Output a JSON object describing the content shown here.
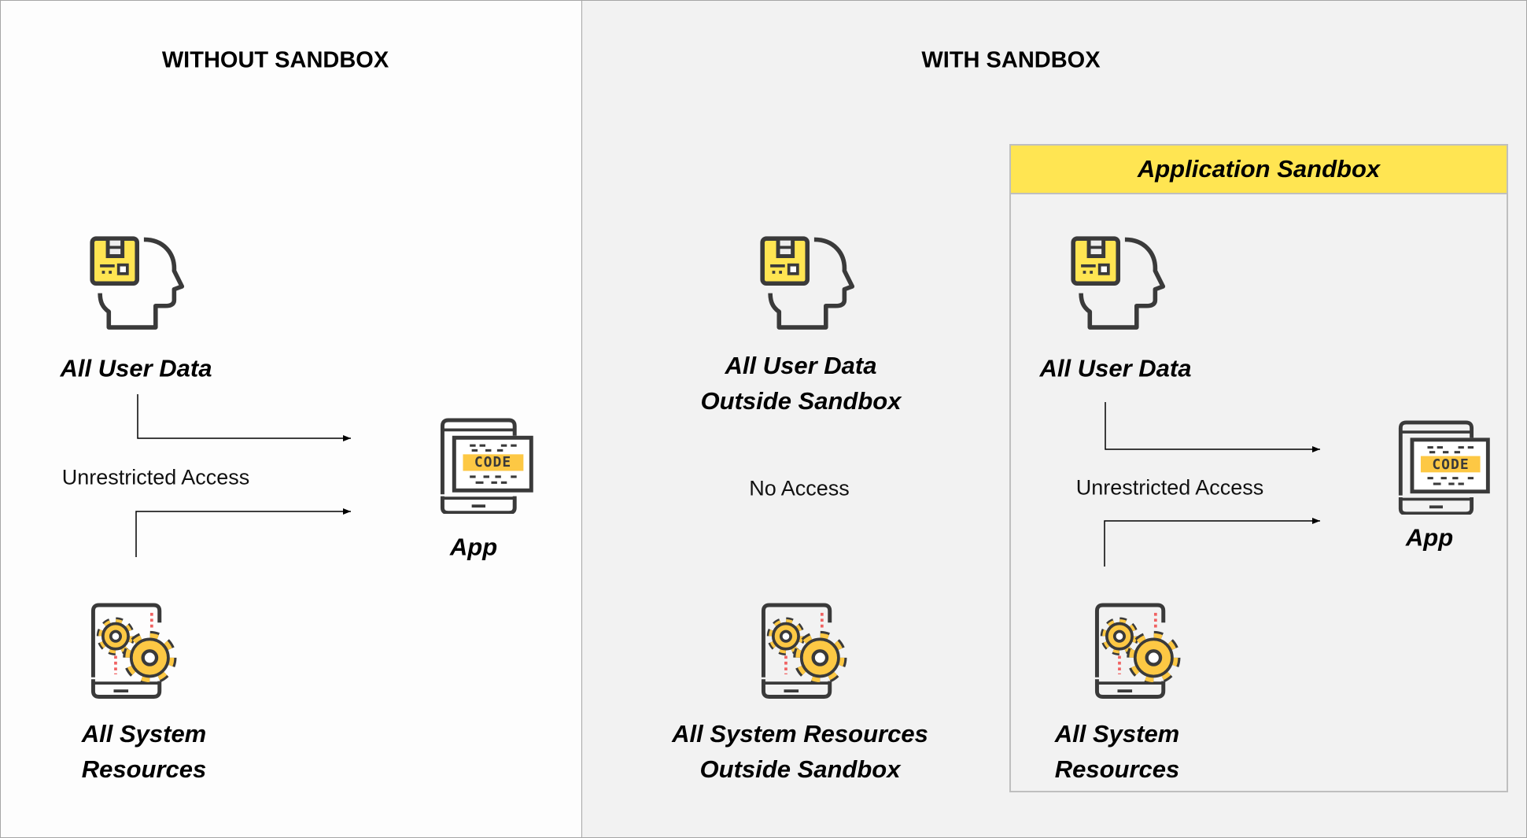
{
  "left_panel": {
    "title": "WITHOUT SANDBOX",
    "user_data_label": "All User Data",
    "access_label": "Unrestricted Access",
    "app_label": "App",
    "system_label_line1": "All System",
    "system_label_line2": "Resources"
  },
  "right_panel": {
    "title": "WITH SANDBOX",
    "outside": {
      "user_data_line1": "All User Data",
      "user_data_line2": "Outside Sandbox",
      "access_label": "No Access",
      "system_line1": "All System Resources",
      "system_line2": "Outside Sandbox"
    },
    "sandbox": {
      "title": "Application Sandbox",
      "user_data_label": "All User Data",
      "access_label": "Unrestricted Access",
      "app_label": "App",
      "system_label_line1": "All System",
      "system_label_line2": "Resources"
    }
  },
  "icons": {
    "user_data": "head-with-floppy-disk-icon",
    "app": "phone-code-screen-icon",
    "system": "phone-gears-icon",
    "code_text": "CODE"
  },
  "colors": {
    "accent_yellow": "#ffe552",
    "icon_yellow": "#fdc844",
    "icon_stroke": "#3a3a3a",
    "dotted_red": "#f06262"
  }
}
